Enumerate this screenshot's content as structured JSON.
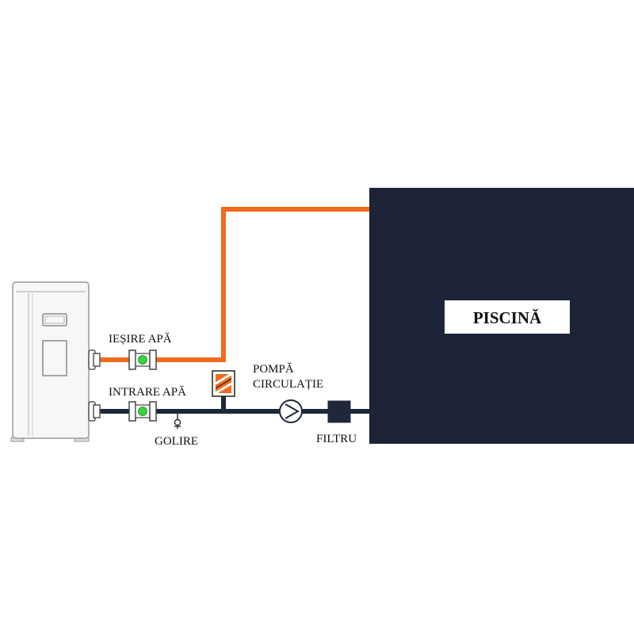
{
  "labels": {
    "water_out": "IEȘIRE APĂ",
    "water_in": "INTRARE APĂ",
    "drain": "GOLIRE",
    "pump_line1": "POMPĂ",
    "pump_line2": "CIRCULAȚIE",
    "filter": "FILTRU",
    "pool": "PISCINĂ"
  },
  "colors": {
    "hot_pipe": "#f26a1b",
    "cold_pipe": "#1f2838",
    "pool": "#1d2438",
    "union": "#39d33f",
    "unit_outline": "#999999"
  }
}
